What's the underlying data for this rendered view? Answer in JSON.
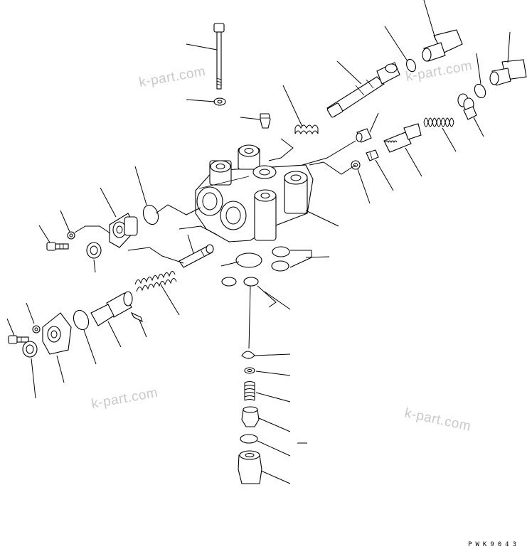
{
  "watermarks": [
    "k-part.com",
    "k-part.com",
    "k-part.com",
    "k-part.com"
  ],
  "drawing_code": "PWK9043"
}
